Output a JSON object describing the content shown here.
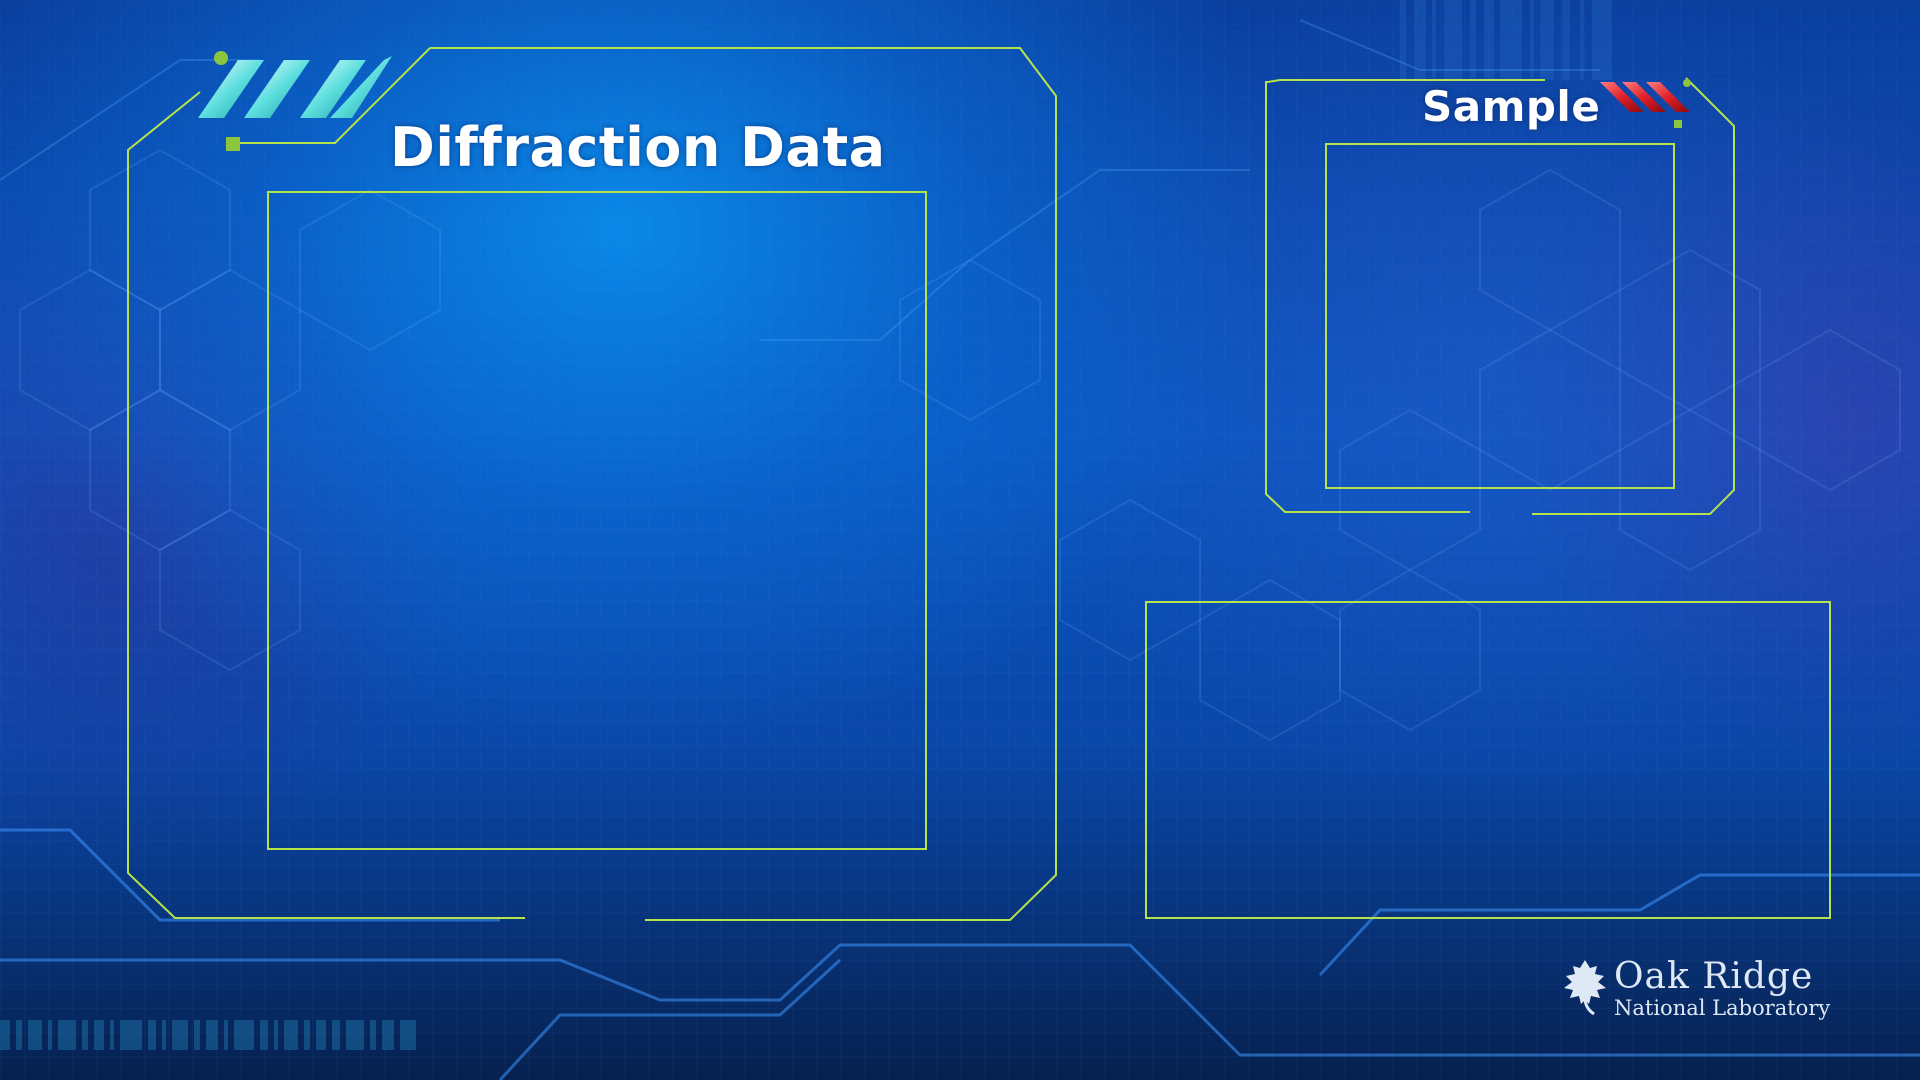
{
  "panels": {
    "diffraction": {
      "title": "Diffraction Data"
    },
    "sample": {
      "title": "Sample"
    }
  },
  "logo": {
    "line1": "Oak Ridge",
    "line2": "National Laboratory"
  },
  "colors": {
    "frame_line": "#b6e34a",
    "accent_green": "#8cc63f",
    "stripe_teal": "#4fd6d6",
    "stripe_red": "#e0202a",
    "title_text": "#ffffff",
    "logo_text": "#dfe8f5"
  }
}
